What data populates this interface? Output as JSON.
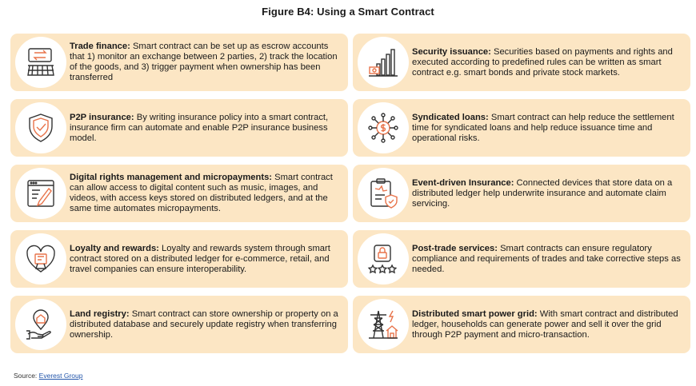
{
  "title": "Figure B4: Using a Smart Contract",
  "cards": [
    {
      "icon": "trade-finance-icon",
      "term": "Trade finance:",
      "desc": " Smart contract can be set up as escrow accounts that 1) monitor an exchange between 2 parties, 2) track the location of the goods, and 3) trigger payment when ownership has been transferred"
    },
    {
      "icon": "security-issuance-icon",
      "term": "Security issuance:",
      "desc": " Securities based on payments and rights and executed according to predefined rules can be written as smart contract e.g. smart bonds and private stock markets."
    },
    {
      "icon": "p2p-insurance-icon",
      "term": "P2P insurance:",
      "desc": " By writing insurance policy into a smart contract, insurance firm can automate and enable P2P insurance business model."
    },
    {
      "icon": "syndicated-loans-icon",
      "term": "Syndicated loans:",
      "desc": " Smart contract can help reduce the settlement time for syndicated loans and help reduce issuance time and operational risks."
    },
    {
      "icon": "digital-rights-icon",
      "term": "Digital rights management and micropayments:",
      "desc": " Smart contract can allow access to digital content such as music, images, and videos, with access keys stored on distributed ledgers, and at the same time automates micropayments."
    },
    {
      "icon": "event-driven-insurance-icon",
      "term": "Event-driven Insurance:",
      "desc": " Connected devices that store data on a distributed ledger help underwrite insurance and automate claim servicing."
    },
    {
      "icon": "loyalty-rewards-icon",
      "term": "Loyalty and rewards:",
      "desc": " Loyalty and rewards system through smart contract stored on a distributed ledger for e-commerce, retail, and travel companies can ensure interoperability."
    },
    {
      "icon": "post-trade-services-icon",
      "term": "Post-trade services:",
      "desc": " Smart contracts can ensure regulatory compliance and requirements of trades and take corrective steps as needed."
    },
    {
      "icon": "land-registry-icon",
      "term": "Land registry:",
      "desc": " Smart contract can store ownership or property on a distributed database and securely update registry when transferring ownership."
    },
    {
      "icon": "smart-power-grid-icon",
      "term": "Distributed smart power grid:",
      "desc": " With smart contract and distributed ledger, households can generate power and sell it over the grid through P2P payment and micro-transaction."
    }
  ],
  "source": {
    "label": "Source:",
    "name": "Everest Group"
  },
  "colors": {
    "card_bg": "#fce6c4",
    "icon_stroke": "#333333",
    "accent": "#e8734a"
  }
}
